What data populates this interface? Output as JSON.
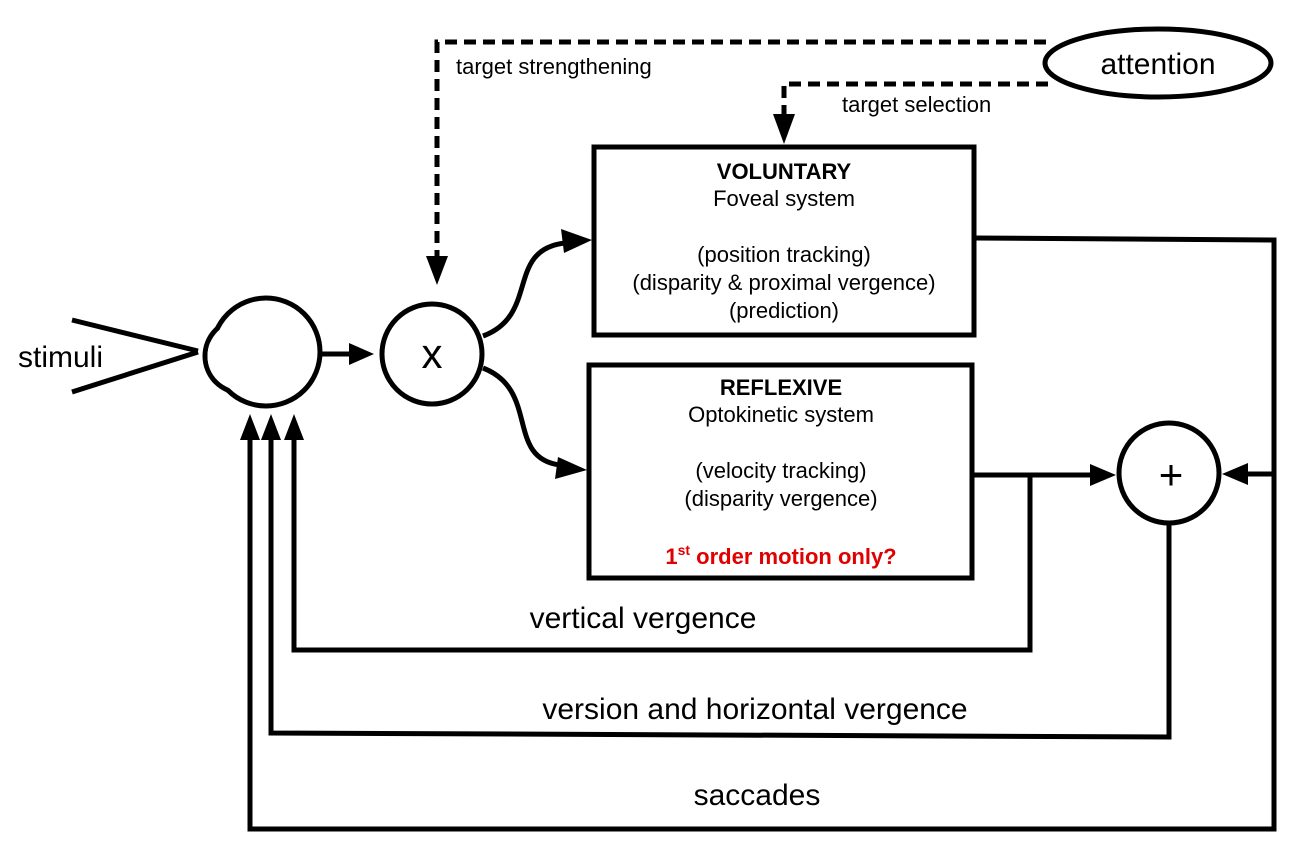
{
  "labels": {
    "stimuli": "stimuli",
    "multiplier": "x",
    "summer": "+",
    "attention": "attention",
    "target_strengthening": "target strengthening",
    "target_selection": "target selection",
    "vertical_vergence": "vertical vergence",
    "version_horizontal_vergence": "version and horizontal vergence",
    "saccades": "saccades"
  },
  "voluntary": {
    "title": "VOLUNTARY",
    "subtitle": "Foveal system",
    "line1": "(position tracking)",
    "line2": "(disparity & proximal vergence)",
    "line3": "(prediction)"
  },
  "reflexive": {
    "title": "REFLEXIVE",
    "subtitle": "Optokinetic system",
    "line1": "(velocity tracking)",
    "line2": "(disparity vergence)",
    "note_prefix": "1",
    "note_sup": "st",
    "note_suffix": " order motion only?",
    "note_color": "#e00000"
  }
}
